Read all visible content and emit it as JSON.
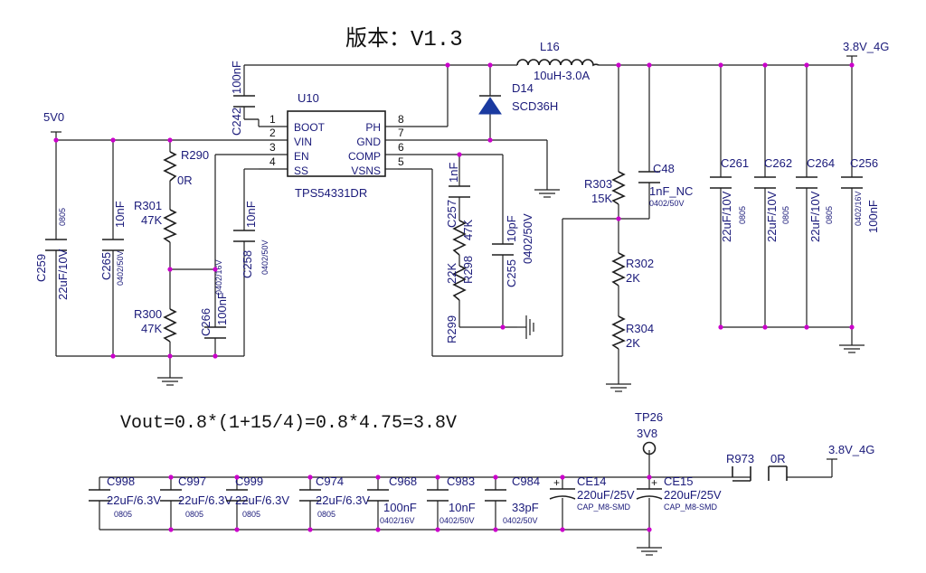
{
  "title": "版本：V1.3",
  "formula": "Vout=0.8*(1+15/4)=0.8*4.75=3.8V",
  "nets": {
    "v5": "5V0",
    "v38_top": "3.8V_4G",
    "v38_bottom": "3.8V_4G"
  },
  "ic": {
    "ref": "U10",
    "part": "TPS54331DR",
    "pins_left": [
      {
        "num": "1",
        "name": "BOOT"
      },
      {
        "num": "2",
        "name": "VIN"
      },
      {
        "num": "3",
        "name": "EN"
      },
      {
        "num": "4",
        "name": "SS"
      }
    ],
    "pins_right": [
      {
        "num": "8",
        "name": "PH"
      },
      {
        "num": "7",
        "name": "GND"
      },
      {
        "num": "6",
        "name": "COMP"
      },
      {
        "num": "5",
        "name": "VSNS"
      }
    ]
  },
  "inductor": {
    "ref": "L16",
    "value": "10uH-3.0A"
  },
  "diode": {
    "ref": "D14",
    "value": "SCD36H"
  },
  "c242": {
    "ref": "C242",
    "value": "100nF"
  },
  "c259": {
    "ref": "C259",
    "value": "22uF/10V",
    "pkg": "0805"
  },
  "c265": {
    "ref": "C265",
    "value": "10nF",
    "pkg": "0402/50V"
  },
  "r290": {
    "ref": "R290",
    "value": "0R"
  },
  "r301": {
    "ref": "R301",
    "value": "47K"
  },
  "r300": {
    "ref": "R300",
    "value": "47K"
  },
  "c266": {
    "ref": "C266",
    "value": "100nF",
    "pkg": "0402/16V"
  },
  "c258": {
    "ref": "C258",
    "value": "10nF",
    "pkg": "0402/50V"
  },
  "c257": {
    "ref": "C257",
    "value": "1nF"
  },
  "r298": {
    "ref": "R298",
    "value": "47K"
  },
  "r299": {
    "ref": "R299",
    "value": "22K"
  },
  "c255": {
    "ref": "C255",
    "value": "10pF",
    "pkg": "0402/50V"
  },
  "r303": {
    "ref": "R303",
    "value": "15K"
  },
  "c48": {
    "ref": "C48",
    "value": "1nF_NC",
    "pkg": "0402/50V"
  },
  "r302": {
    "ref": "R302",
    "value": "2K"
  },
  "r304": {
    "ref": "R304",
    "value": "2K"
  },
  "out_caps": [
    {
      "ref": "C261",
      "value": "22uF/10V",
      "pkg": "0805"
    },
    {
      "ref": "C262",
      "value": "22uF/10V",
      "pkg": "0805"
    },
    {
      "ref": "C264",
      "value": "22uF/10V",
      "pkg": "0805"
    },
    {
      "ref": "C256",
      "value": "100nF",
      "pkg": "0402/16V"
    }
  ],
  "tp": {
    "ref": "TP26",
    "value": "3V8"
  },
  "bottom_caps": [
    {
      "ref": "C998",
      "value": "22uF/6.3V",
      "pkg": "0805"
    },
    {
      "ref": "C997",
      "value": "22uF/6.3V",
      "pkg": "0805"
    },
    {
      "ref": "C999",
      "value": "22uF/6.3V",
      "pkg": "0805"
    },
    {
      "ref": "C974",
      "value": "22uF/6.3V",
      "pkg": "0805"
    },
    {
      "ref": "C968",
      "value": "100nF",
      "pkg": "0402/16V"
    },
    {
      "ref": "C983",
      "value": "10nF",
      "pkg": "0402/50V"
    },
    {
      "ref": "C984",
      "value": "33pF",
      "pkg": "0402/50V"
    }
  ],
  "ce14": {
    "ref": "CE14",
    "value": "220uF/25V",
    "pkg": "CAP_M8-SMD"
  },
  "ce15": {
    "ref": "CE15",
    "value": "220uF/25V",
    "pkg": "CAP_M8-SMD"
  },
  "r973": {
    "ref": "R973",
    "value": "0R"
  }
}
